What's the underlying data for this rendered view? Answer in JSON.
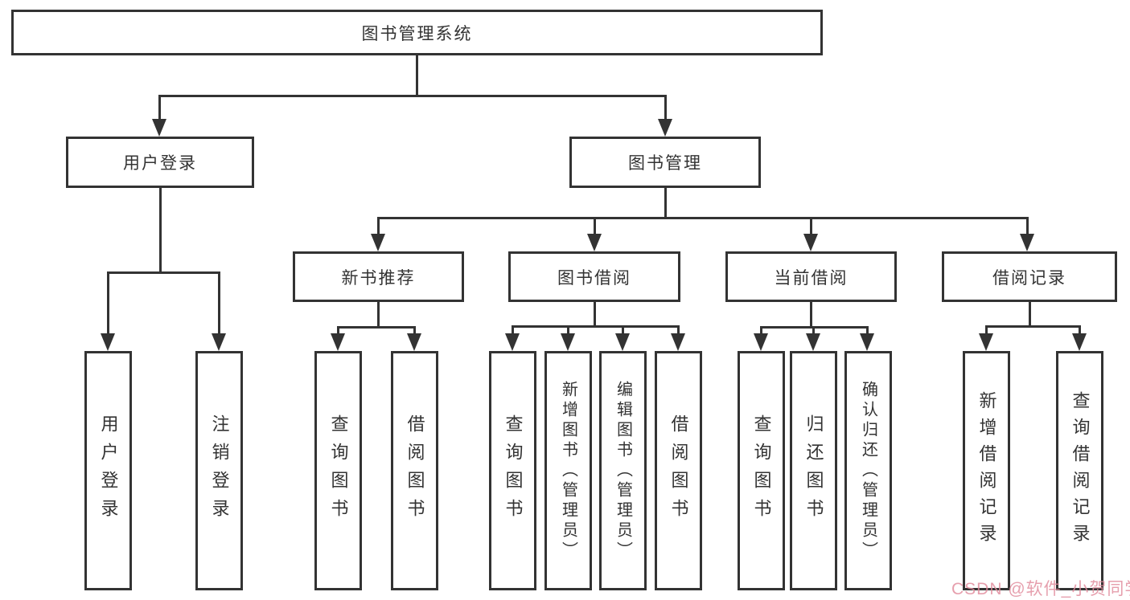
{
  "colors": {
    "line": "#333333",
    "box_border": "#333333",
    "box_fill": "#ffffff",
    "text": "#333333",
    "watermark_pink": "#e08a9b"
  },
  "watermark": {
    "text": "CSDN @软件_小贺同学"
  },
  "tree": {
    "root": {
      "label": "图书管理系统",
      "children": [
        {
          "label": "用户登录",
          "children": [
            {
              "label": "用户登录"
            },
            {
              "label": "注销登录"
            }
          ]
        },
        {
          "label": "图书管理",
          "children": [
            {
              "label": "新书推荐",
              "children": [
                {
                  "label": "查询图书"
                },
                {
                  "label": "借阅图书"
                }
              ]
            },
            {
              "label": "图书借阅",
              "children": [
                {
                  "label": "查询图书"
                },
                {
                  "label": "新增图书（管理员）"
                },
                {
                  "label": "编辑图书（管理员）"
                },
                {
                  "label": "借阅图书"
                }
              ]
            },
            {
              "label": "当前借阅",
              "children": [
                {
                  "label": "查询图书"
                },
                {
                  "label": "归还图书"
                },
                {
                  "label": "确认归还（管理员）"
                }
              ]
            },
            {
              "label": "借阅记录",
              "children": [
                {
                  "label": "新增借阅记录"
                },
                {
                  "label": "查询借阅记录"
                }
              ]
            }
          ]
        }
      ]
    }
  }
}
